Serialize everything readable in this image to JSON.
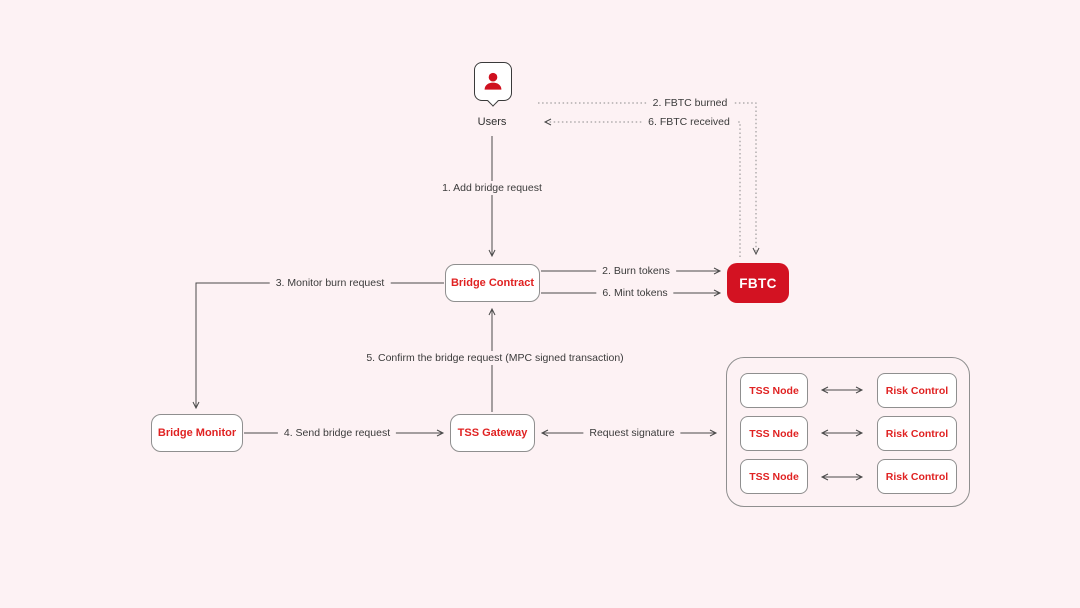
{
  "colors": {
    "background": "#FDF2F4",
    "accent_red": "#D31222",
    "text_red": "#E02222",
    "line": "#4a4a4a",
    "line_dotted": "#8a8a8a",
    "box_border": "#8f8f8f"
  },
  "nodes": {
    "users": {
      "label": "Users",
      "icon": "person-icon"
    },
    "bridge_contract": {
      "label": "Bridge Contract"
    },
    "fbtc": {
      "label": "FBTC"
    },
    "bridge_monitor": {
      "label": "Bridge Monitor"
    },
    "tss_gateway": {
      "label": "TSS Gateway"
    },
    "tss_cluster": {
      "rows": [
        {
          "tss_node": "TSS Node",
          "risk_control": "Risk Control"
        },
        {
          "tss_node": "TSS Node",
          "risk_control": "Risk Control"
        },
        {
          "tss_node": "TSS Node",
          "risk_control": "Risk Control"
        }
      ]
    }
  },
  "edges": {
    "add_bridge_request": {
      "label": "1. Add bridge request",
      "from": "Users",
      "to": "Bridge Contract",
      "style": "solid"
    },
    "fbtc_burned": {
      "label": "2. FBTC burned",
      "from": "Users",
      "to": "FBTC",
      "style": "dotted"
    },
    "fbtc_received": {
      "label": "6. FBTC received",
      "from": "FBTC",
      "to": "Users",
      "style": "dotted"
    },
    "burn_tokens": {
      "label": "2. Burn tokens",
      "from": "Bridge Contract",
      "to": "FBTC",
      "style": "solid"
    },
    "mint_tokens": {
      "label": "6. Mint tokens",
      "from": "Bridge Contract",
      "to": "FBTC",
      "style": "solid"
    },
    "monitor_burn_request": {
      "label": "3. Monitor burn request",
      "from": "Bridge Contract",
      "to": "Bridge Monitor",
      "style": "solid"
    },
    "send_bridge_request": {
      "label": "4. Send bridge request",
      "from": "Bridge Monitor",
      "to": "TSS Gateway",
      "style": "solid"
    },
    "confirm_bridge_request": {
      "label": "5. Confirm the bridge request (MPC signed transaction)",
      "from": "TSS Gateway",
      "to": "Bridge Contract",
      "style": "solid"
    },
    "request_signature": {
      "label": "Request signature",
      "from": "TSS Gateway",
      "to": "TSS Cluster",
      "style": "solid",
      "bidirectional": true
    }
  }
}
